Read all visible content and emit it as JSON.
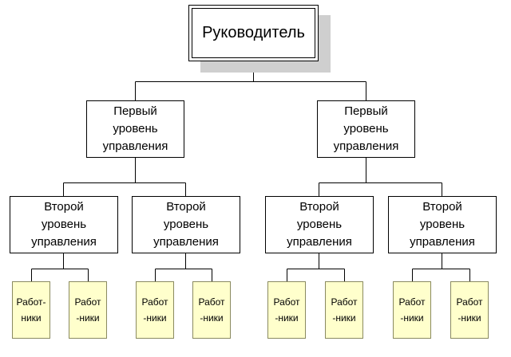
{
  "root": {
    "label": "Руководитель"
  },
  "level1": [
    {
      "label": "Первый\nуровень\nуправления"
    },
    {
      "label": "Первый\nуровень\nуправления"
    }
  ],
  "level2": [
    {
      "label": "Второй\nуровень\nуправления"
    },
    {
      "label": "Второй\nуровень\nуправления"
    },
    {
      "label": "Второй\nуровень\nуправления"
    },
    {
      "label": "Второй\nуровень\nуправления"
    }
  ],
  "workers": [
    {
      "label": "Работ-\nники"
    },
    {
      "label": "Работ\n-ники"
    },
    {
      "label": "Работ\n-ники"
    },
    {
      "label": "Работ\n-ники"
    },
    {
      "label": "Работ\n-ники"
    },
    {
      "label": "Работ\n-ники"
    },
    {
      "label": "Работ\n-ники"
    },
    {
      "label": "Работ\n-ники"
    }
  ]
}
